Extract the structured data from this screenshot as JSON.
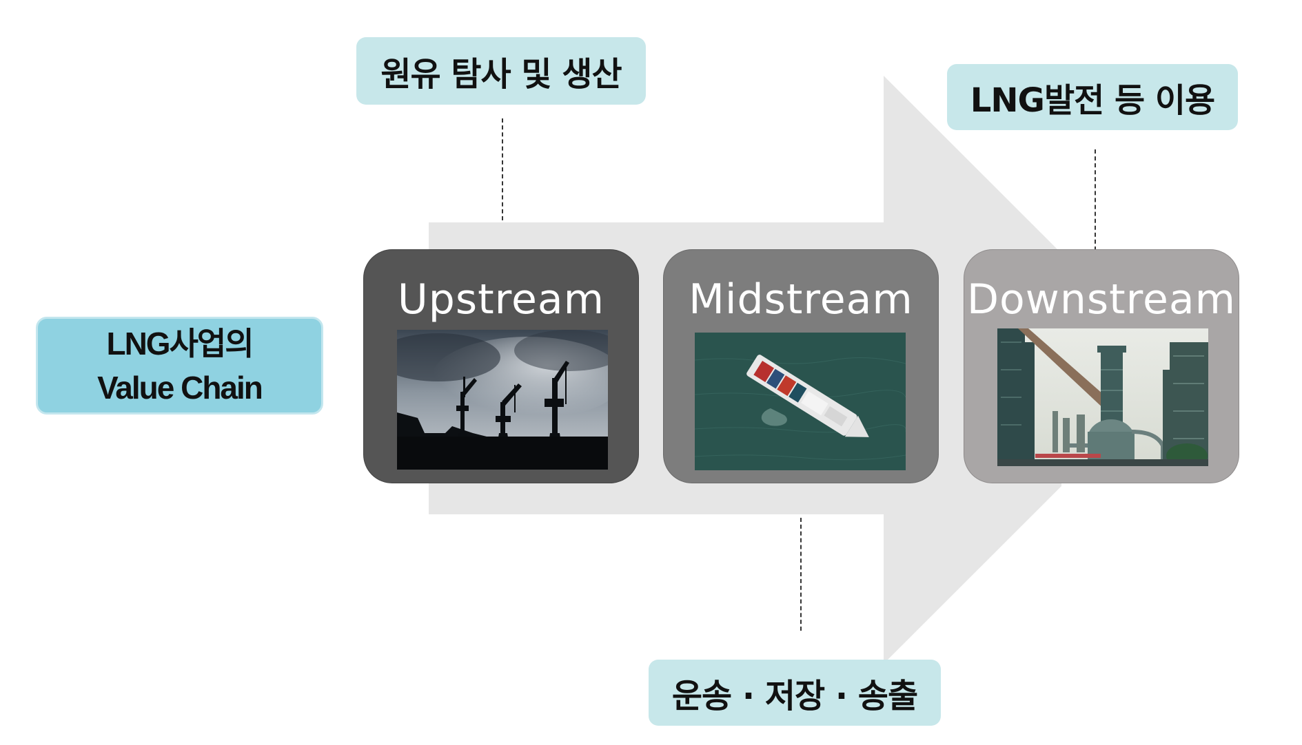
{
  "title": {
    "line1": "LNG사업의",
    "line2": "Value Chain"
  },
  "stages": [
    {
      "name": "Upstream",
      "description": "원유 탐사 및 생산",
      "photo_icon": "harbor-cranes-photo"
    },
    {
      "name": "Midstream",
      "description": "운송 · 저장 · 송출",
      "photo_icon": "lng-carrier-ship-photo"
    },
    {
      "name": "Downstream",
      "description": "LNG발전 등 이용",
      "photo_icon": "industrial-plant-photo"
    }
  ],
  "colors": {
    "title_box": "#8fd2e1",
    "label_box": "#c7e7ea",
    "arrow": "#e6e6e6",
    "upstream_box": "#555555",
    "midstream_box": "#7d7d7d",
    "downstream_box": "#a9a6a6"
  }
}
